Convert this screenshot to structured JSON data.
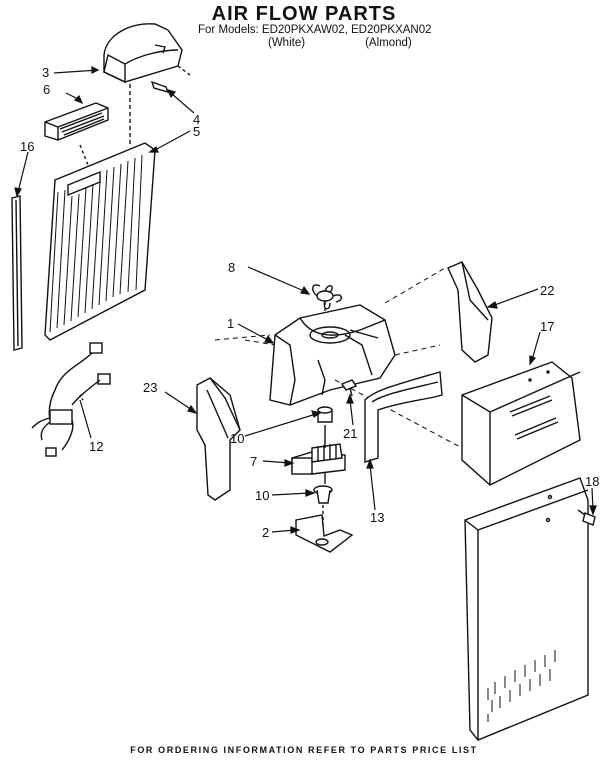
{
  "header": {
    "title": "AIR FLOW PARTS",
    "models_prefix": "For Models:",
    "models": "ED20PKXAW02, ED20PKXAN02",
    "variant_white": "(White)",
    "variant_almond": "(Almond)"
  },
  "footer": "FOR ORDERING INFORMATION REFER TO PARTS PRICE LIST",
  "callouts": {
    "c1": "1",
    "c2": "2",
    "c3": "3",
    "c4": "4",
    "c5": "5",
    "c6": "6",
    "c7": "7",
    "c8": "8",
    "c10a": "10",
    "c10b": "10",
    "c12": "12",
    "c13": "13",
    "c16": "16",
    "c17": "17",
    "c18": "18",
    "c21": "21",
    "c22": "22",
    "c23": "23"
  }
}
